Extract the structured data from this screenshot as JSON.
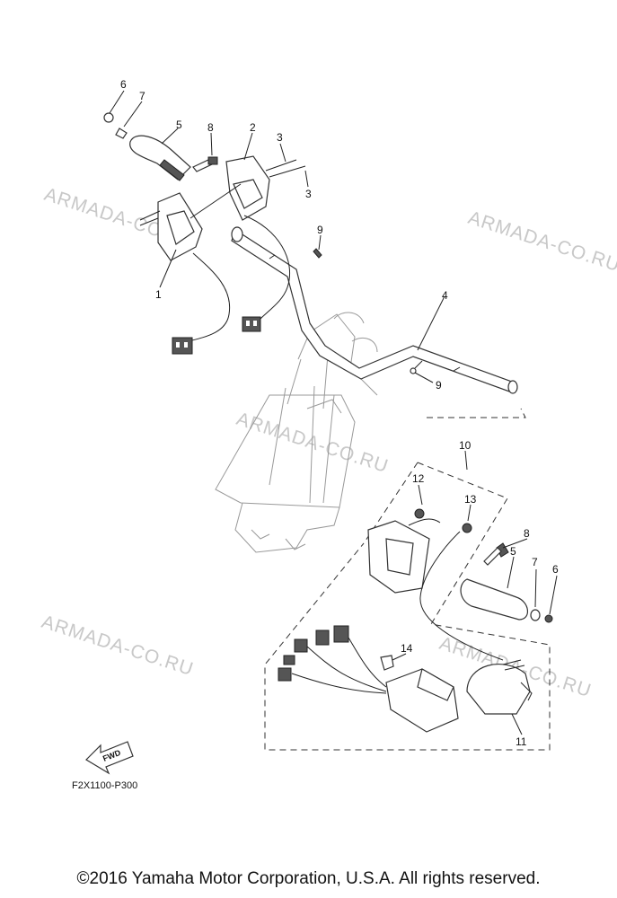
{
  "watermarks": [
    "ARMADA-CO.RU",
    "ARMADA-CO.RU",
    "ARMADA-CO.RU",
    "ARMADA-CO.RU",
    "ARMADA-CO.RU"
  ],
  "callouts": [
    "6",
    "7",
    "5",
    "8",
    "2",
    "3",
    "3",
    "9",
    "1",
    "4",
    "9",
    "10",
    "12",
    "13",
    "8",
    "5",
    "7",
    "6",
    "14",
    "11"
  ],
  "fwd_label": "FWD",
  "diagram_code": "F2X1100-P300",
  "copyright": "©2016 Yamaha Motor Corporation, U.S.A. All rights reserved."
}
